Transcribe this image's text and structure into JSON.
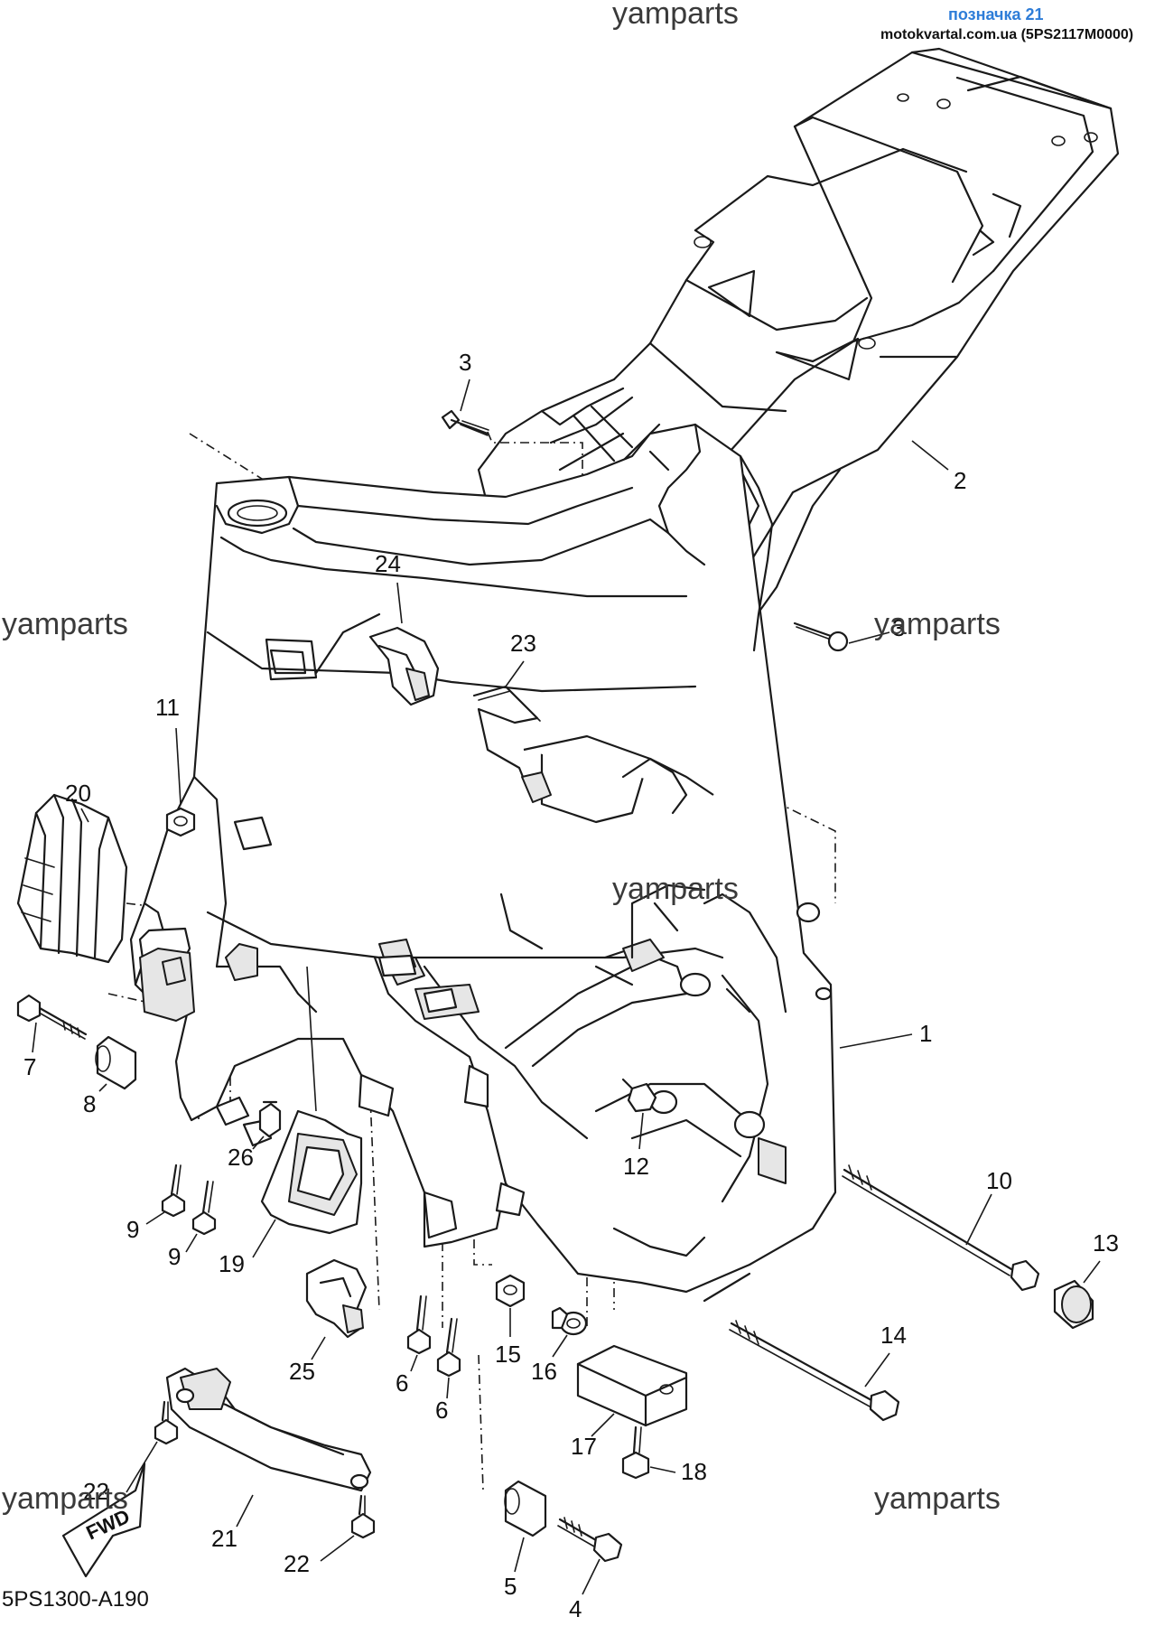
{
  "header": {
    "tag_label": "позначка 21",
    "site_label": "motokvartal.com.ua (5PS2117M0000)"
  },
  "watermark": "yamparts",
  "diagram_code": "5PS1300-A190",
  "fwd_label": "FWD",
  "callouts": {
    "c1": "1",
    "c2": "2",
    "c3a": "3",
    "c3b": "3",
    "c4": "4",
    "c5": "5",
    "c6a": "6",
    "c6b": "6",
    "c7": "7",
    "c8": "8",
    "c9a": "9",
    "c9b": "9",
    "c10": "10",
    "c11": "11",
    "c12": "12",
    "c13": "13",
    "c14": "14",
    "c15": "15",
    "c16": "16",
    "c17": "17",
    "c18": "18",
    "c19": "19",
    "c20": "20",
    "c21": "21",
    "c22a": "22",
    "c22b": "22",
    "c23": "23",
    "c24": "24",
    "c25": "25",
    "c26": "26"
  },
  "colors": {
    "accent": "#2e7dd8",
    "ink": "#1a1a1a"
  }
}
